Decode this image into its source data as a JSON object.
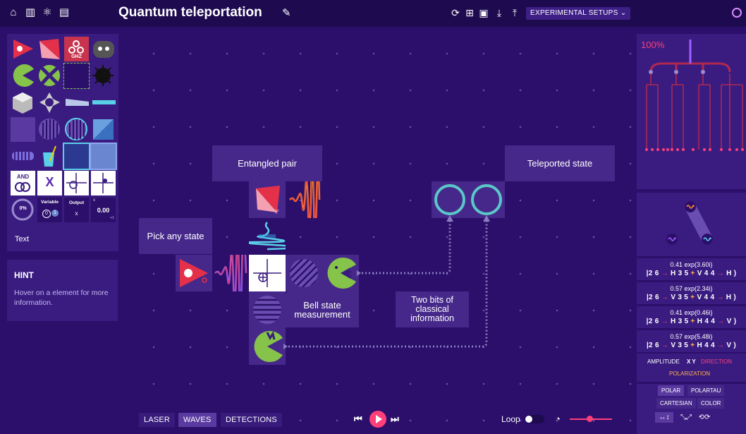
{
  "app": {
    "title": "Quantum teleportation"
  },
  "topbar": {
    "experimental_setups": "EXPERIMENTAL SETUPS ⌄"
  },
  "palette": {
    "text_tool": "Text",
    "tiles": {
      "ghz": "GHZ",
      "and": "AND",
      "variable": "Variable",
      "var_vals": [
        "0",
        "1"
      ],
      "output": "Output",
      "output_var": "x",
      "counter_percent": "0%",
      "counter_value": "0.00",
      "counter_sup": "e",
      "counter_sub": "+1",
      "x_gate": "X"
    }
  },
  "hint": {
    "title": "HINT",
    "body": "Hover on a element for more information."
  },
  "board": {
    "labels": {
      "entangled_pair": "Entangled pair",
      "teleported_state": "Teleported state",
      "pick_any_state": "Pick any state",
      "two_bits": "Two bits of classical information",
      "bell_state": "Bell state measurement"
    }
  },
  "bottom": {
    "laser": "LASER",
    "waves": "WAVES",
    "detections": "DETECTIONS",
    "loop": "Loop",
    "active_tab": "waves"
  },
  "rightpanel": {
    "probability": "100%",
    "states": [
      {
        "amp": "0.41 exp(3.60i)",
        "ket": [
          "|2 6 ",
          "→",
          " H 3 5 ",
          "+",
          " V 4 4 ",
          "→",
          " H",
          " )"
        ]
      },
      {
        "amp": "0.57 exp(2.34i)",
        "ket": [
          "|2 6 ",
          "→",
          " V 3 5 ",
          "+",
          " V 4 4 ",
          "→",
          " H",
          " )"
        ]
      },
      {
        "amp": "0.41 exp(0.46i)",
        "ket": [
          "|2 6 ",
          "→",
          " H 3 5 ",
          "+",
          " H 4 4 ",
          "→",
          " V",
          " )"
        ]
      },
      {
        "amp": "0.57 exp(5.48i)",
        "ket": [
          "|2 6 ",
          "→",
          " V 3 5 ",
          "+",
          " H 4 4 ",
          "→",
          " V",
          " )"
        ]
      }
    ],
    "display_modes": {
      "amplitude": "AMPLITUDE",
      "xy": "X Y",
      "direction": "DIRECTION",
      "polarization": "POLARIZATION"
    },
    "view_buttons": {
      "polar": "POLAR",
      "polartau": "POLARTAU",
      "cartesian": "CARTESIAN",
      "color": "COLOR"
    }
  },
  "colors": {
    "accent": "#ff3f7a",
    "background": "#2b0f6a",
    "detector_green": "#86c34a",
    "laser_red": "#e5304a"
  }
}
